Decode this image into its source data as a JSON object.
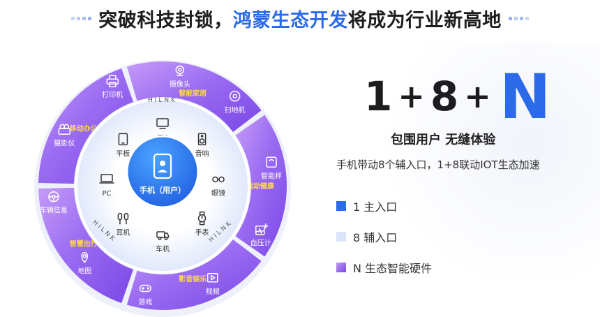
{
  "title": {
    "before": "突破科技封锁，",
    "highlight": "鸿蒙生态开发",
    "after": "将成为行业新高地"
  },
  "center": {
    "label": "手机（用户）",
    "icon": "phone-user-icon"
  },
  "ring_brand": "HILNK",
  "inner_items": [
    {
      "label": "TV",
      "icon": "tv-icon"
    },
    {
      "label": "音响",
      "icon": "speaker-icon"
    },
    {
      "label": "眼镜",
      "icon": "glasses-icon"
    },
    {
      "label": "手表",
      "icon": "watch-icon"
    },
    {
      "label": "车机",
      "icon": "car-unit-icon"
    },
    {
      "label": "耳机",
      "icon": "earphone-icon"
    },
    {
      "label": "PC",
      "icon": "pc-icon"
    },
    {
      "label": "平板",
      "icon": "tablet-icon"
    }
  ],
  "outer_devices": [
    {
      "label": "摄像头",
      "icon": "camera-icon"
    },
    {
      "label": "扫地机",
      "icon": "robot-vacuum-icon"
    },
    {
      "label": "智能秤",
      "icon": "scale-icon"
    },
    {
      "label": "血压计",
      "icon": "blood-pressure-icon"
    },
    {
      "label": "视频",
      "icon": "video-icon"
    },
    {
      "label": "游戏",
      "icon": "gamepad-icon"
    },
    {
      "label": "地图",
      "icon": "map-icon"
    },
    {
      "label": "车辆信息",
      "icon": "steering-wheel-icon"
    },
    {
      "label": "摄影仪",
      "icon": "projector-icon"
    },
    {
      "label": "打印机",
      "icon": "printer-icon"
    }
  ],
  "categories": [
    "智能家居",
    "运动健康",
    "影音娱乐",
    "智慧出行",
    "移动办公"
  ],
  "formula": {
    "one": "1",
    "eight": "8",
    "n": "N",
    "plus": "+"
  },
  "subtitle": "包围用户 无缝体验",
  "description": "手机带动8个辅入口，1+8联动IOT生态加速",
  "legend": [
    {
      "label": "1 主入口",
      "color": "#2b6be9"
    },
    {
      "label": "8 辅入口",
      "color": "#dbe4fa"
    },
    {
      "label": "N 生态智能硬件",
      "color": "#9b6cf2"
    }
  ],
  "colors": {
    "accent": "#2b6be9",
    "purple": "#9b6cf2",
    "gold": "#ffd84a"
  }
}
